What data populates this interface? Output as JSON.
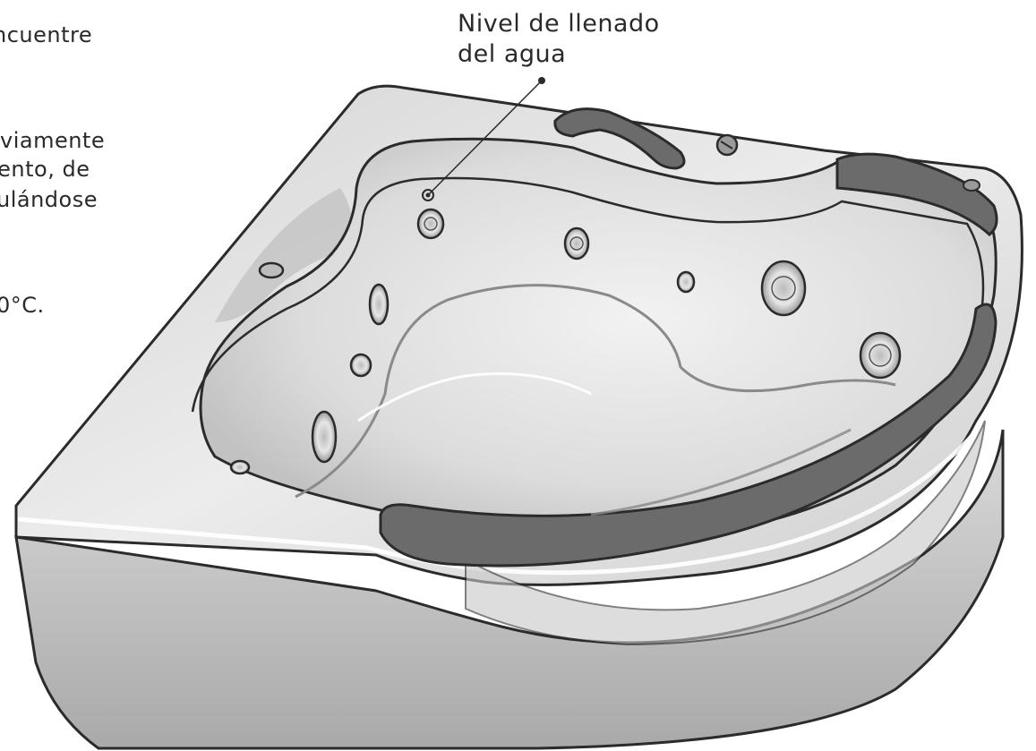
{
  "side_text": [
    "ncuentre",
    "viamente",
    "iento, de",
    "ulándose",
    "0°C."
  ],
  "callout": {
    "line1": "Nivel de llenado",
    "line2": "del agua"
  },
  "colors": {
    "tub_light": "#e4e4e4",
    "tub_mid": "#bdbdbd",
    "handle": "#6a6a6a",
    "outline": "#2b2b2b"
  }
}
